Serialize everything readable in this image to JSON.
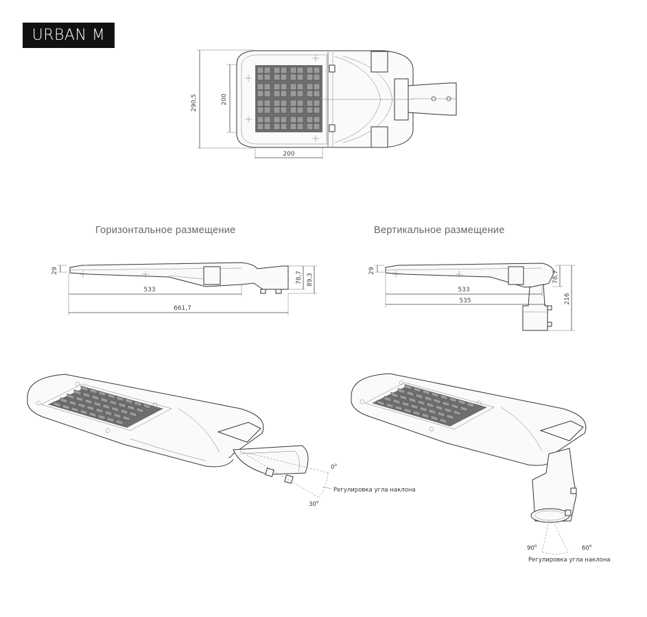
{
  "badge": {
    "label": "URBAN M"
  },
  "top_view": {
    "dim_height": "290,5",
    "dim_panel_height": "200",
    "dim_panel_width": "200"
  },
  "horizontal": {
    "title": "Горизонтальное размещение",
    "dim_thickness": "29",
    "dim_length_body": "533",
    "dim_length_total": "661,7",
    "dim_h1": "78,7",
    "dim_h2": "89,3"
  },
  "vertical": {
    "title": "Вертикальное размещение",
    "dim_thickness": "29",
    "dim_length_body": "533",
    "dim_length_total": "535",
    "dim_h1": "78,7",
    "dim_h2": "216"
  },
  "iso_horizontal": {
    "angle_min": "0",
    "angle_max": "30",
    "degree_mark": "о",
    "note": "Регулировка угла наклона"
  },
  "iso_vertical": {
    "angle_left": "90",
    "angle_right": "60",
    "degree_mark": "о",
    "note": "Регулировка угла наклона"
  }
}
